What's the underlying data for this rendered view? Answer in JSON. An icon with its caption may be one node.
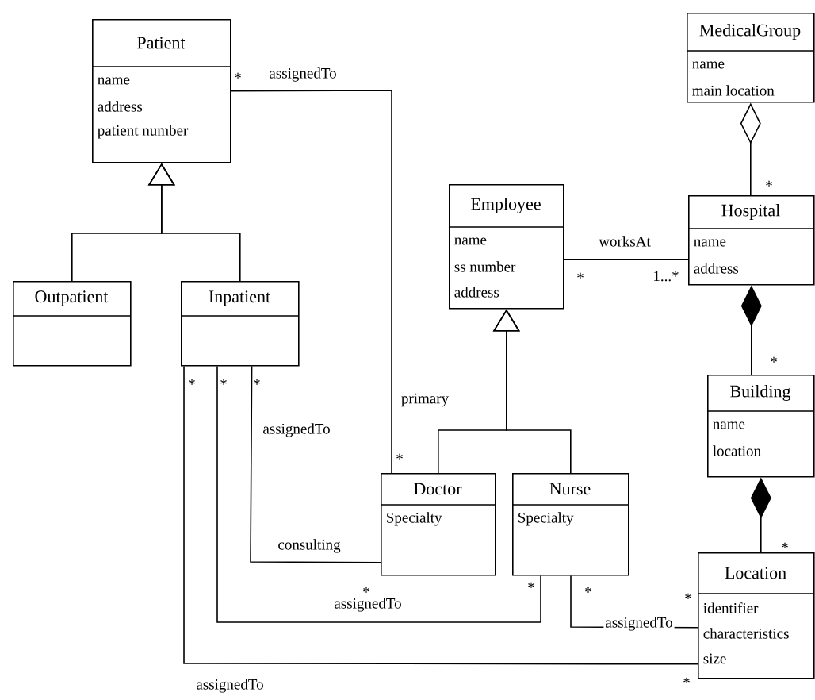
{
  "diagram": {
    "nodes": [
      {
        "text": [
          "Patient",
          "name",
          "address",
          "patient number"
        ]
      },
      {
        "text": [
          "Outpatient"
        ]
      },
      {
        "text": [
          "Inpatient"
        ]
      },
      {
        "text": [
          "MedicalGroup",
          "name",
          "main location"
        ]
      },
      {
        "text": [
          "Employee",
          "name",
          "ss number",
          "address"
        ]
      },
      {
        "text": [
          "Hospital",
          "name",
          "address"
        ]
      },
      {
        "text": [
          "Building",
          "name",
          "location"
        ]
      },
      {
        "text": [
          "Doctor",
          "Specialty"
        ]
      },
      {
        "text": [
          "Nurse",
          "Specialty"
        ]
      },
      {
        "text": [
          "Location",
          "identifier",
          "characteristics",
          "size"
        ]
      }
    ],
    "edges": [
      {
        "from": 1,
        "to": 0,
        "arrow": "to"
      },
      {
        "from": 2,
        "to": 0,
        "arrow": "to"
      },
      {
        "from": 7,
        "to": 4,
        "arrow": "to"
      },
      {
        "from": 8,
        "to": 4,
        "arrow": "to"
      },
      {
        "from": 0,
        "to": 7,
        "arrow": "none",
        "label": "assignedTo"
      },
      {
        "from": 4,
        "to": 5,
        "arrow": "none",
        "label": "worksAt"
      },
      {
        "from": 3,
        "to": 5,
        "arrow": "other"
      },
      {
        "from": 5,
        "to": 6,
        "arrow": "other"
      },
      {
        "from": 6,
        "to": 9,
        "arrow": "other"
      },
      {
        "from": 2,
        "to": 7,
        "arrow": "none",
        "label": "consulting"
      },
      {
        "from": 2,
        "to": 8,
        "arrow": "none",
        "label": "assignedTo"
      },
      {
        "from": 2,
        "to": 9,
        "arrow": "none",
        "label": "assignedTo"
      },
      {
        "from": 8,
        "to": 9,
        "arrow": "none",
        "label": "assignedTo"
      }
    ],
    "labels": [
      "*",
      "*",
      "*",
      "1...*",
      "*",
      "*",
      "*",
      "assignedTo",
      "primary",
      "*",
      "*",
      "*",
      "*",
      "*",
      "*",
      "*",
      "*"
    ]
  }
}
